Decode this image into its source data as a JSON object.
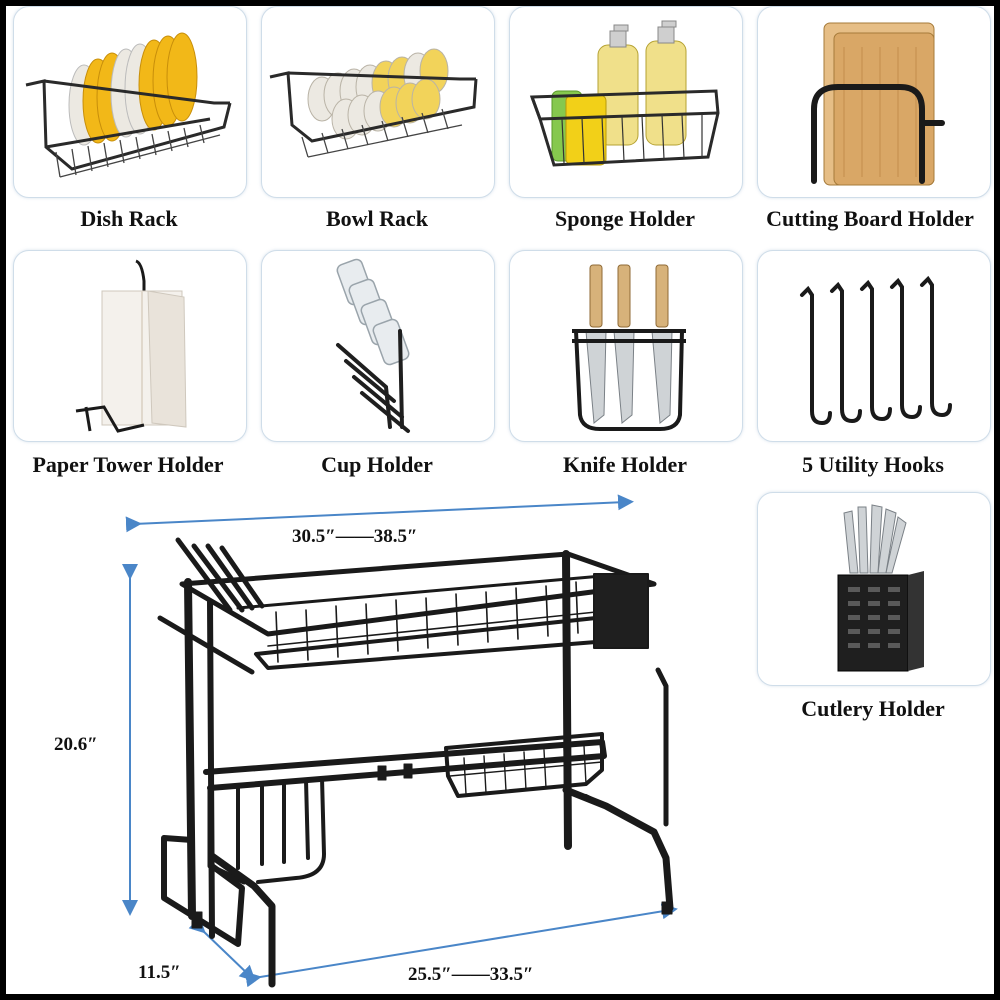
{
  "accessories": [
    {
      "label": "Dish Rack",
      "icon": "dish-rack-icon"
    },
    {
      "label": "Bowl Rack",
      "icon": "bowl-rack-icon"
    },
    {
      "label": "Sponge Holder",
      "icon": "sponge-holder-icon"
    },
    {
      "label": "Cutting Board Holder",
      "icon": "cutting-board-holder-icon"
    },
    {
      "label": "Paper Tower Holder",
      "icon": "paper-towel-holder-icon"
    },
    {
      "label": "Cup Holder",
      "icon": "cup-holder-icon"
    },
    {
      "label": "Knife Holder",
      "icon": "knife-holder-icon"
    },
    {
      "label": "5 Utility Hooks",
      "icon": "utility-hooks-icon"
    },
    {
      "label": "Cutlery Holder",
      "icon": "cutlery-holder-icon"
    }
  ],
  "dimensions": {
    "width_range": "30.5″——38.5″",
    "height": "20.6″",
    "depth": "11.5″",
    "bottom_range": "25.5″——33.5″"
  },
  "colors": {
    "card_border": "#cfdde9",
    "dimension_arrow": "#4a86c8",
    "rack_black": "#1a1a1a",
    "plate_yellow": "#f2b818",
    "plate_white": "#ece9e2"
  }
}
